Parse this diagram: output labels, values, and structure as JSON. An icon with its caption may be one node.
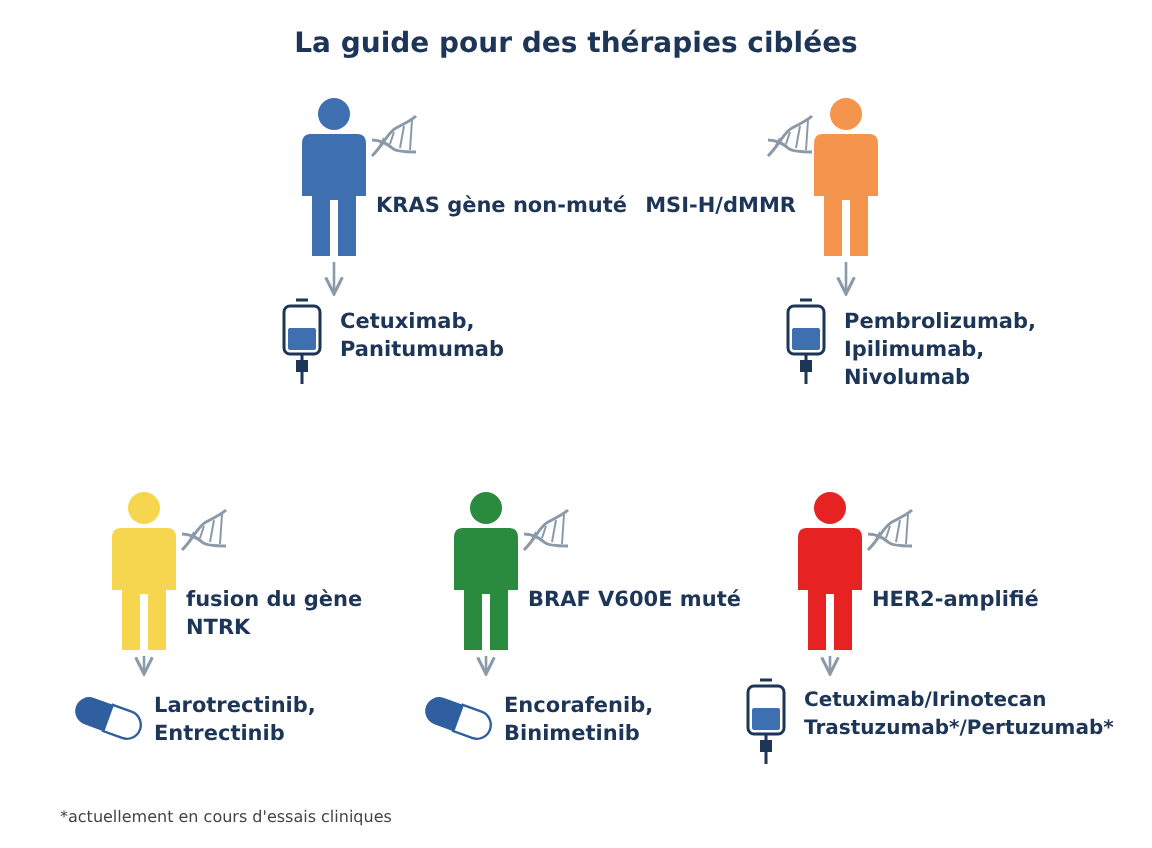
{
  "diagram": {
    "title": "La guide pour des thérapies ciblées",
    "nodes": [
      {
        "text": [
          "KRAS gène non-muté"
        ]
      },
      {
        "text": [
          "Cetuximab, Panitumumab"
        ]
      },
      {
        "text": [
          "MSI-H/dMMR"
        ]
      },
      {
        "text": [
          "Pembrolizumab, Ipilimumab, Nivolumab"
        ]
      },
      {
        "text": [
          "fusion du gène NTRK"
        ]
      },
      {
        "text": [
          "Larotrectinib, Entrectinib"
        ]
      },
      {
        "text": [
          "BRAF V600E muté"
        ]
      },
      {
        "text": [
          "Encorafenib, Binimetinib"
        ]
      },
      {
        "text": [
          "HER2-amplifié"
        ]
      },
      {
        "text": [
          "Cetuximab/Irinotecan Trastuzumab*/Pertuzumab*"
        ]
      }
    ],
    "edges": [
      {
        "from": 0,
        "to": 1,
        "arrow": "to"
      },
      {
        "from": 2,
        "to": 3,
        "arrow": "to"
      },
      {
        "from": 4,
        "to": 5,
        "arrow": "to"
      },
      {
        "from": 6,
        "to": 7,
        "arrow": "to"
      },
      {
        "from": 8,
        "to": 9,
        "arrow": "to"
      }
    ],
    "labels": [
      "*actuellement en cours d'essais cliniques"
    ]
  }
}
